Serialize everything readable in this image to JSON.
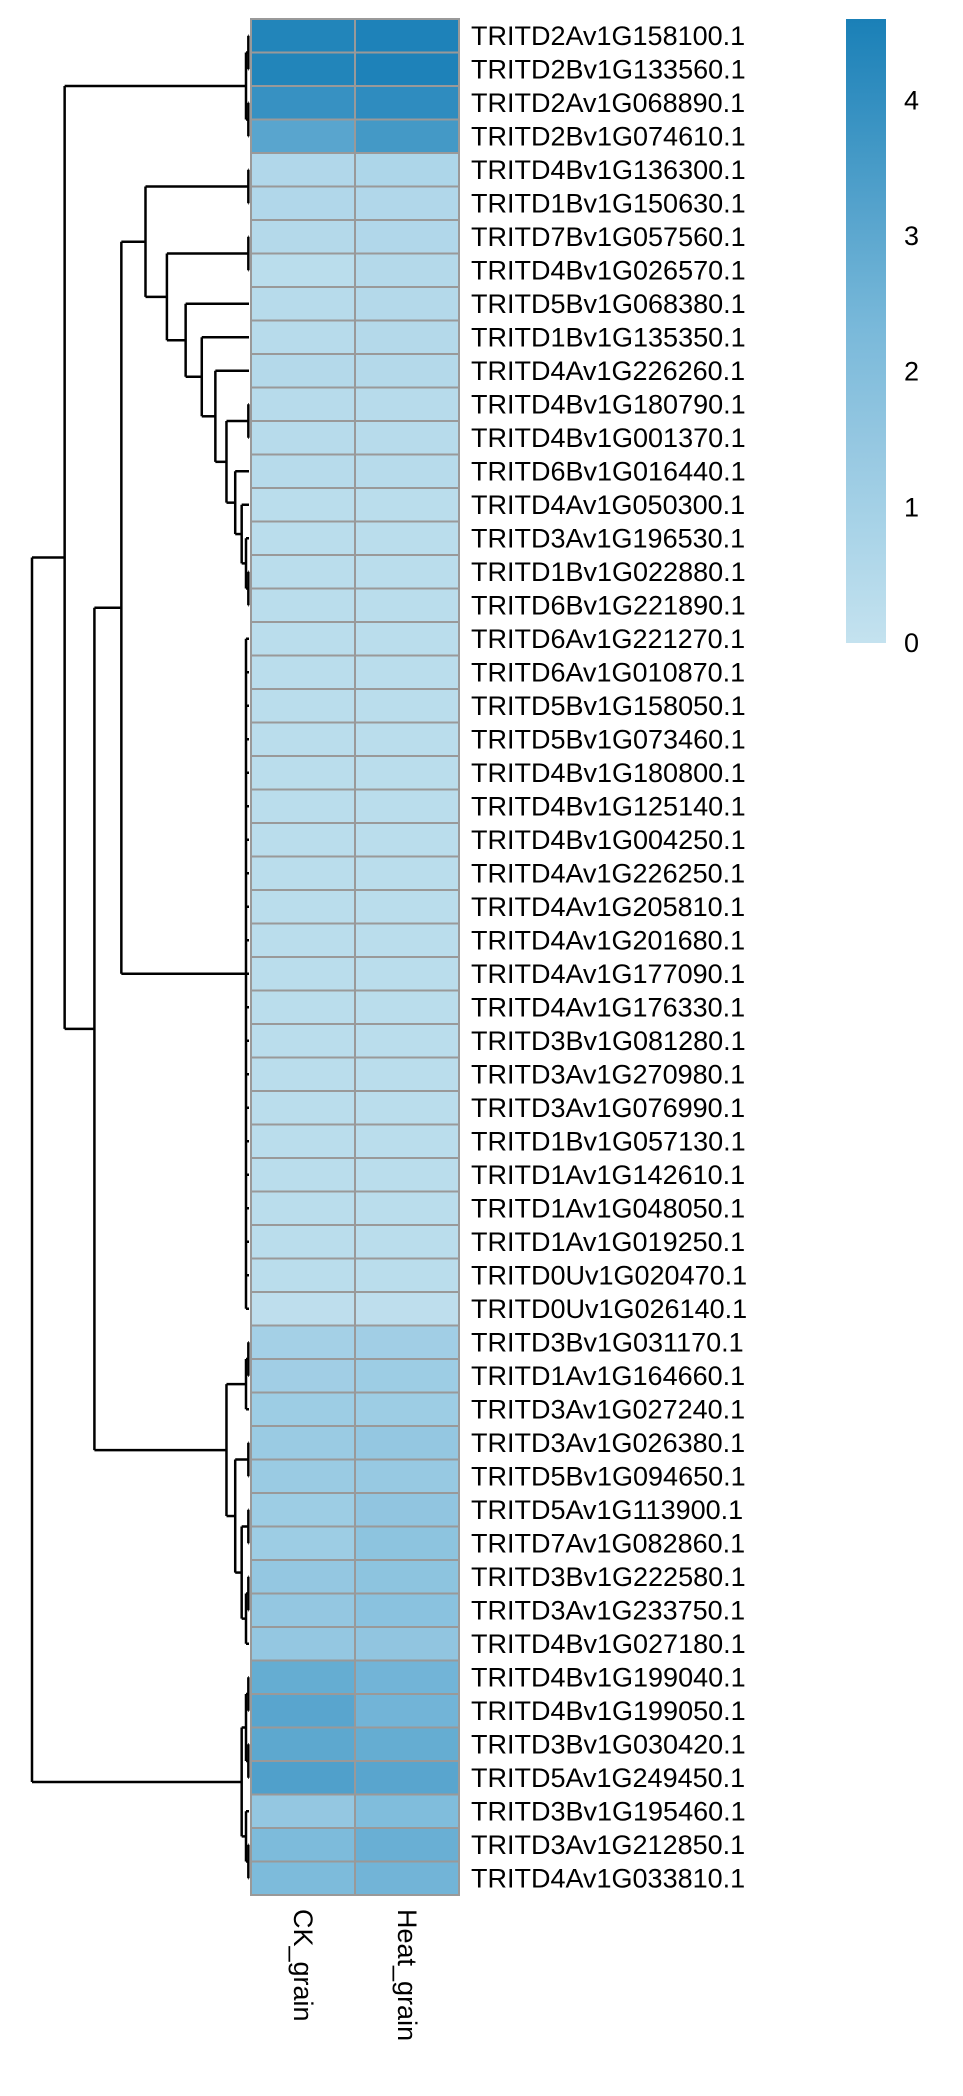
{
  "chart_data": {
    "type": "heatmap",
    "title": "",
    "columns": [
      "CK_grain",
      "Heat_grain"
    ],
    "rows": [
      "TRITD2Av1G158100.1",
      "TRITD2Bv1G133560.1",
      "TRITD2Av1G068890.1",
      "TRITD2Bv1G074610.1",
      "TRITD4Bv1G136300.1",
      "TRITD1Bv1G150630.1",
      "TRITD7Bv1G057560.1",
      "TRITD4Bv1G026570.1",
      "TRITD5Bv1G068380.1",
      "TRITD1Bv1G135350.1",
      "TRITD4Av1G226260.1",
      "TRITD4Bv1G180790.1",
      "TRITD4Bv1G001370.1",
      "TRITD6Bv1G016440.1",
      "TRITD4Av1G050300.1",
      "TRITD3Av1G196530.1",
      "TRITD1Bv1G022880.1",
      "TRITD6Bv1G221890.1",
      "TRITD6Av1G221270.1",
      "TRITD6Av1G010870.1",
      "TRITD5Bv1G158050.1",
      "TRITD5Bv1G073460.1",
      "TRITD4Bv1G180800.1",
      "TRITD4Bv1G125140.1",
      "TRITD4Bv1G004250.1",
      "TRITD4Av1G226250.1",
      "TRITD4Av1G205810.1",
      "TRITD4Av1G201680.1",
      "TRITD4Av1G177090.1",
      "TRITD4Av1G176330.1",
      "TRITD3Bv1G081280.1",
      "TRITD3Av1G270980.1",
      "TRITD3Av1G076990.1",
      "TRITD1Bv1G057130.1",
      "TRITD1Av1G142610.1",
      "TRITD1Av1G048050.1",
      "TRITD1Av1G019250.1",
      "TRITD0Uv1G020470.1",
      "TRITD0Uv1G026140.1",
      "TRITD3Bv1G031170.1",
      "TRITD1Av1G164660.1",
      "TRITD3Av1G027240.1",
      "TRITD3Av1G026380.1",
      "TRITD5Bv1G094650.1",
      "TRITD5Av1G113900.1",
      "TRITD7Av1G082860.1",
      "TRITD3Bv1G222580.1",
      "TRITD3Av1G233750.1",
      "TRITD4Bv1G027180.1",
      "TRITD4Bv1G199040.1",
      "TRITD4Bv1G199050.1",
      "TRITD3Bv1G030420.1",
      "TRITD5Av1G249450.1",
      "TRITD3Bv1G195460.1",
      "TRITD3Av1G212850.1",
      "TRITD4Av1G033810.1"
    ],
    "values": [
      [
        4.4,
        4.5
      ],
      [
        4.4,
        4.5
      ],
      [
        3.9,
        4.1
      ],
      [
        3.1,
        3.6
      ],
      [
        0.6,
        0.7
      ],
      [
        0.6,
        0.6
      ],
      [
        0.5,
        0.6
      ],
      [
        0.3,
        0.5
      ],
      [
        0.4,
        0.5
      ],
      [
        0.4,
        0.5
      ],
      [
        0.5,
        0.5
      ],
      [
        0.4,
        0.4
      ],
      [
        0.4,
        0.4
      ],
      [
        0.4,
        0.4
      ],
      [
        0.3,
        0.3
      ],
      [
        0.3,
        0.3
      ],
      [
        0.3,
        0.3
      ],
      [
        0.3,
        0.3
      ],
      [
        0.3,
        0.3
      ],
      [
        0.3,
        0.3
      ],
      [
        0.3,
        0.3
      ],
      [
        0.3,
        0.3
      ],
      [
        0.3,
        0.3
      ],
      [
        0.3,
        0.3
      ],
      [
        0.3,
        0.3
      ],
      [
        0.3,
        0.3
      ],
      [
        0.3,
        0.3
      ],
      [
        0.3,
        0.3
      ],
      [
        0.3,
        0.3
      ],
      [
        0.3,
        0.3
      ],
      [
        0.3,
        0.3
      ],
      [
        0.3,
        0.3
      ],
      [
        0.3,
        0.3
      ],
      [
        0.3,
        0.3
      ],
      [
        0.3,
        0.3
      ],
      [
        0.3,
        0.3
      ],
      [
        0.3,
        0.3
      ],
      [
        0.3,
        0.3
      ],
      [
        0.2,
        0.2
      ],
      [
        1.0,
        1.1
      ],
      [
        1.1,
        1.2
      ],
      [
        1.2,
        1.2
      ],
      [
        1.3,
        1.5
      ],
      [
        1.3,
        1.4
      ],
      [
        1.2,
        1.6
      ],
      [
        1.2,
        1.7
      ],
      [
        1.5,
        1.7
      ],
      [
        1.5,
        1.8
      ],
      [
        1.5,
        1.6
      ],
      [
        2.8,
        2.5
      ],
      [
        3.1,
        2.5
      ],
      [
        3.0,
        2.8
      ],
      [
        3.3,
        3.1
      ],
      [
        1.5,
        2.1
      ],
      [
        2.2,
        2.7
      ],
      [
        2.2,
        2.5
      ]
    ],
    "color_scale": {
      "min": 0,
      "max": 4.6,
      "low_color": "#c4e2ef",
      "mid_color": "#7ab9da",
      "high_color": "#1a80b7",
      "ticks": [
        0,
        1,
        2,
        3,
        4
      ]
    },
    "cell_border_color": "#999999",
    "row_dendrogram": true,
    "column_dendrogram": false,
    "legend_position": "top-right"
  }
}
